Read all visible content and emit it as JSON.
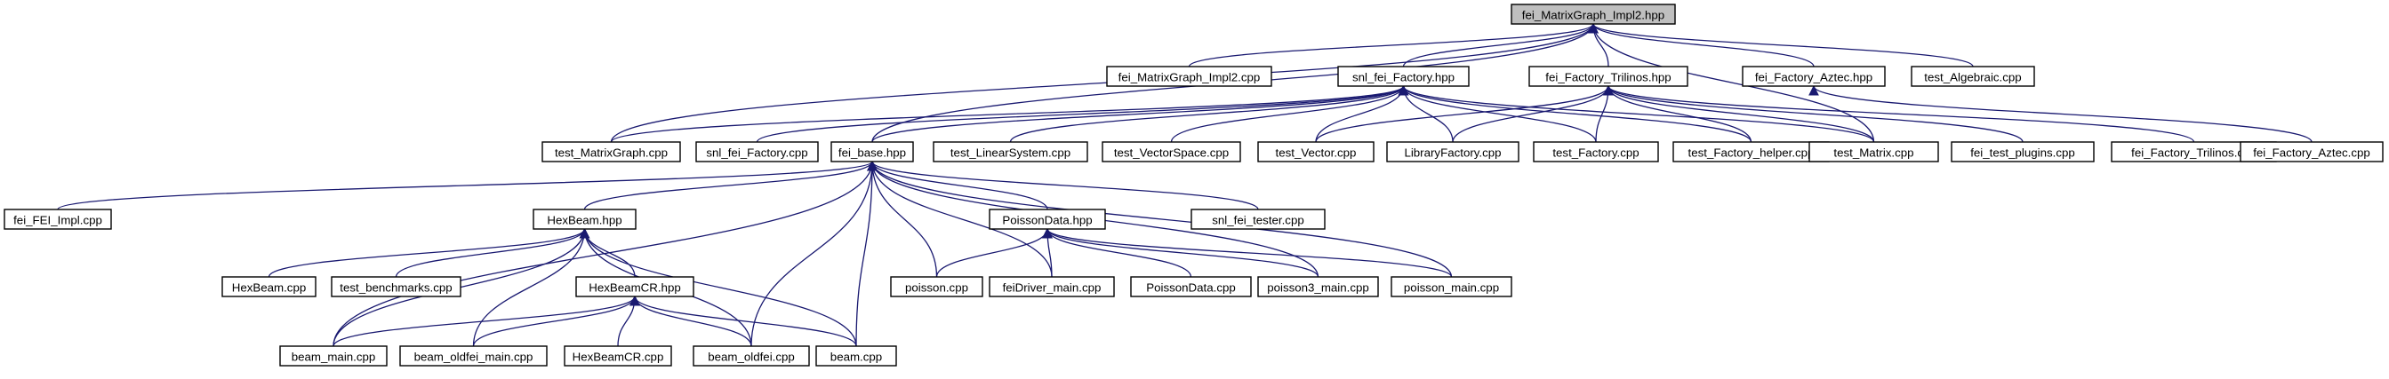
{
  "graph": {
    "root": "fei_MatrixGraph_Impl2.hpp",
    "colors": {
      "edge": "#191970",
      "root_fill": "#bfbfbf",
      "node_fill": "#ffffff",
      "node_border": "#000000"
    },
    "nodes": [
      {
        "id": "n0",
        "label": "fei_MatrixGraph_Impl2.hpp"
      },
      {
        "id": "n1",
        "label": "fei_MatrixGraph_Impl2.cpp"
      },
      {
        "id": "n2",
        "label": "snl_fei_Factory.hpp"
      },
      {
        "id": "n3",
        "label": "fei_Factory_Trilinos.hpp"
      },
      {
        "id": "n4",
        "label": "fei_Factory_Aztec.hpp"
      },
      {
        "id": "n5",
        "label": "test_Algebraic.cpp"
      },
      {
        "id": "n6",
        "label": "test_MatrixGraph.cpp"
      },
      {
        "id": "n7",
        "label": "snl_fei_Factory.cpp"
      },
      {
        "id": "n8",
        "label": "fei_base.hpp"
      },
      {
        "id": "n9",
        "label": "test_LinearSystem.cpp"
      },
      {
        "id": "n10",
        "label": "test_VectorSpace.cpp"
      },
      {
        "id": "n11",
        "label": "test_Vector.cpp"
      },
      {
        "id": "n12",
        "label": "LibraryFactory.cpp"
      },
      {
        "id": "n13",
        "label": "test_Factory.cpp"
      },
      {
        "id": "n14",
        "label": "test_Factory_helper.cpp"
      },
      {
        "id": "n15",
        "label": "test_Matrix.cpp"
      },
      {
        "id": "n16",
        "label": "fei_test_plugins.cpp"
      },
      {
        "id": "n17",
        "label": "fei_Factory_Trilinos.cpp"
      },
      {
        "id": "n18",
        "label": "fei_Factory_Aztec.cpp"
      },
      {
        "id": "n19",
        "label": "fei_FEI_Impl.cpp"
      },
      {
        "id": "n20",
        "label": "HexBeam.hpp"
      },
      {
        "id": "n21",
        "label": "PoissonData.hpp"
      },
      {
        "id": "n22",
        "label": "snl_fei_tester.cpp"
      },
      {
        "id": "n23",
        "label": "HexBeam.cpp"
      },
      {
        "id": "n24",
        "label": "test_benchmarks.cpp"
      },
      {
        "id": "n25",
        "label": "HexBeamCR.hpp"
      },
      {
        "id": "n26",
        "label": "poisson.cpp"
      },
      {
        "id": "n27",
        "label": "feiDriver_main.cpp"
      },
      {
        "id": "n28",
        "label": "PoissonData.cpp"
      },
      {
        "id": "n29",
        "label": "poisson3_main.cpp"
      },
      {
        "id": "n30",
        "label": "poisson_main.cpp"
      },
      {
        "id": "n31",
        "label": "beam_main.cpp"
      },
      {
        "id": "n32",
        "label": "beam_oldfei_main.cpp"
      },
      {
        "id": "n33",
        "label": "HexBeamCR.cpp"
      },
      {
        "id": "n34",
        "label": "beam_oldfei.cpp"
      },
      {
        "id": "n35",
        "label": "beam.cpp"
      }
    ],
    "edges": [
      [
        "n1",
        "n0"
      ],
      [
        "n2",
        "n0"
      ],
      [
        "n3",
        "n0"
      ],
      [
        "n4",
        "n0"
      ],
      [
        "n5",
        "n0"
      ],
      [
        "n15",
        "n0"
      ],
      [
        "n8",
        "n0"
      ],
      [
        "n6",
        "n0"
      ],
      [
        "n6",
        "n2"
      ],
      [
        "n7",
        "n2"
      ],
      [
        "n8",
        "n2"
      ],
      [
        "n9",
        "n2"
      ],
      [
        "n10",
        "n2"
      ],
      [
        "n11",
        "n2"
      ],
      [
        "n12",
        "n2"
      ],
      [
        "n13",
        "n2"
      ],
      [
        "n14",
        "n2"
      ],
      [
        "n15",
        "n2"
      ],
      [
        "n11",
        "n3"
      ],
      [
        "n12",
        "n3"
      ],
      [
        "n13",
        "n3"
      ],
      [
        "n14",
        "n3"
      ],
      [
        "n15",
        "n3"
      ],
      [
        "n16",
        "n3"
      ],
      [
        "n17",
        "n3"
      ],
      [
        "n18",
        "n4"
      ],
      [
        "n19",
        "n8"
      ],
      [
        "n20",
        "n8"
      ],
      [
        "n21",
        "n8"
      ],
      [
        "n22",
        "n8"
      ],
      [
        "n26",
        "n8"
      ],
      [
        "n27",
        "n8"
      ],
      [
        "n29",
        "n8"
      ],
      [
        "n30",
        "n8"
      ],
      [
        "n31",
        "n8"
      ],
      [
        "n34",
        "n8"
      ],
      [
        "n35",
        "n8"
      ],
      [
        "n23",
        "n20"
      ],
      [
        "n24",
        "n20"
      ],
      [
        "n25",
        "n20"
      ],
      [
        "n31",
        "n20"
      ],
      [
        "n32",
        "n20"
      ],
      [
        "n34",
        "n20"
      ],
      [
        "n35",
        "n20"
      ],
      [
        "n26",
        "n21"
      ],
      [
        "n27",
        "n21"
      ],
      [
        "n28",
        "n21"
      ],
      [
        "n29",
        "n21"
      ],
      [
        "n30",
        "n21"
      ],
      [
        "n31",
        "n25"
      ],
      [
        "n32",
        "n25"
      ],
      [
        "n33",
        "n25"
      ],
      [
        "n34",
        "n25"
      ],
      [
        "n35",
        "n25"
      ]
    ]
  }
}
